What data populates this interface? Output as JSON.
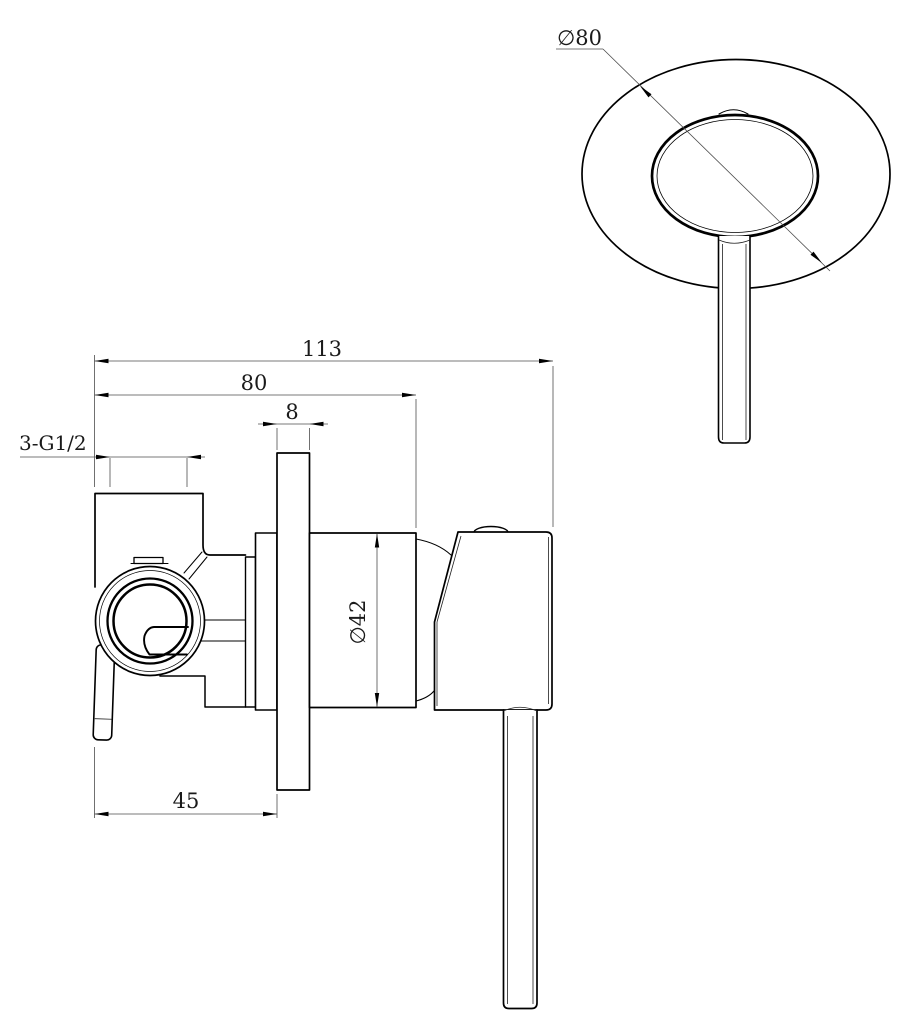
{
  "drawing": {
    "background": "#ffffff",
    "line_color": "#000000",
    "dimension_line_color": "#4d4d4d",
    "labels": {
      "plate_diameter": "∅80",
      "overall_depth": "113",
      "body_depth": "80",
      "plate_thickness": "8",
      "inlet_thread": "3-G1/2",
      "handle_offset": "45",
      "sleeve_diameter": "∅42"
    }
  }
}
